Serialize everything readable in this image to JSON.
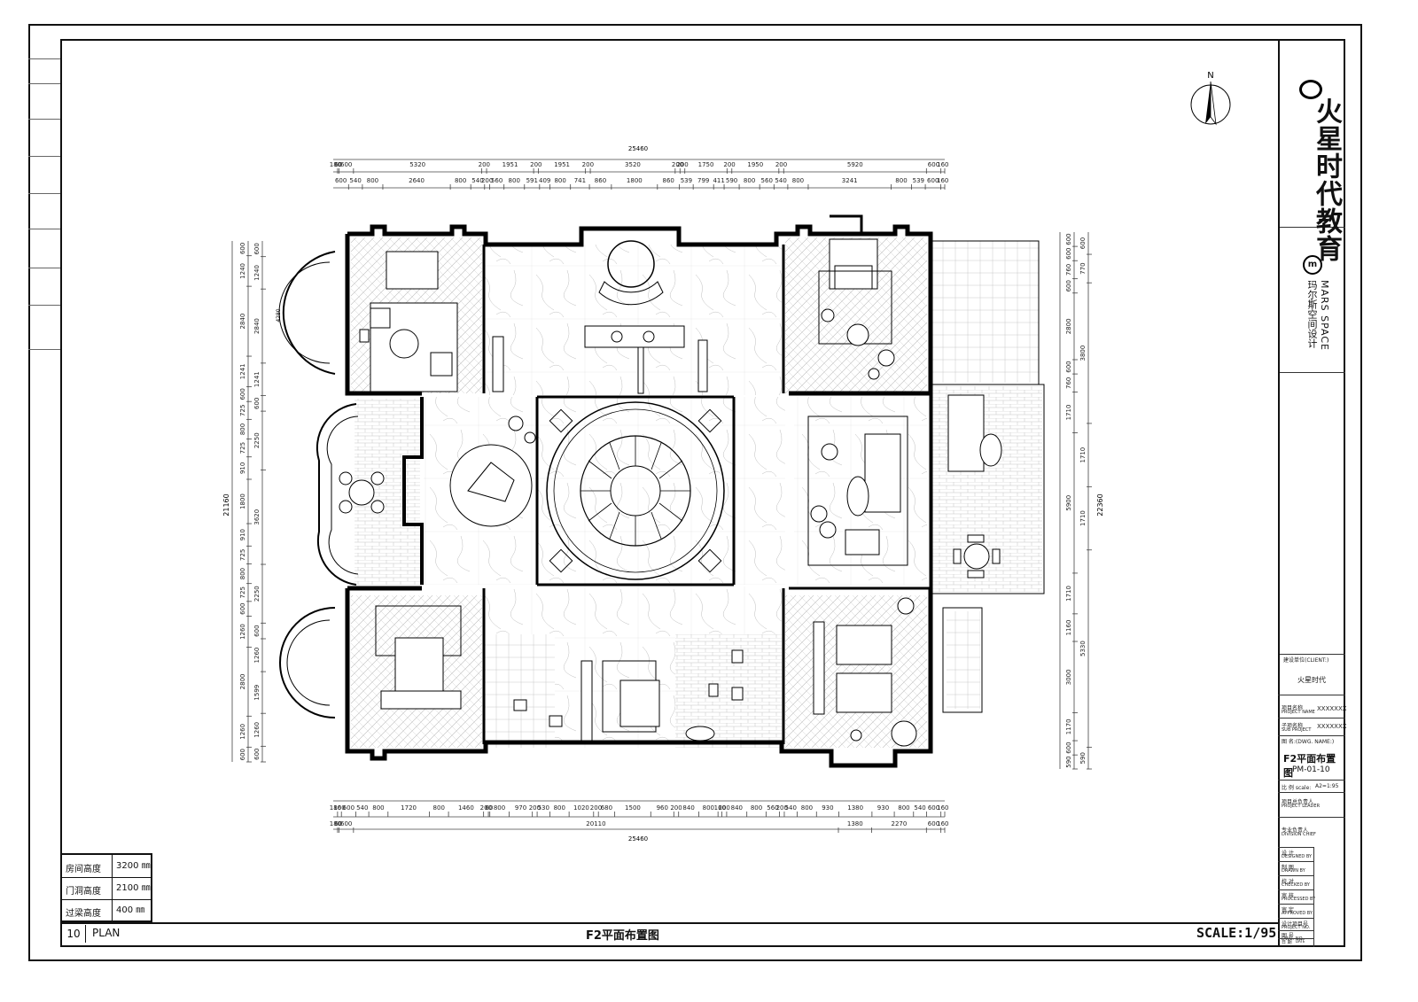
{
  "company": {
    "logo_text": "火星时代教育",
    "brand_en": "MARS SPACE",
    "brand_cn": "玛尔斯空间设计"
  },
  "title_block": {
    "client_label": "建设单位(CLIENT:)",
    "client_value": "火星时代",
    "project_name_label": "项目名称",
    "project_name_label_en": "PROJECT NAME",
    "project_name_value": "XXXXXXX",
    "sub_project_label": "子项名称",
    "sub_project_label_en": "SUB PROJECT",
    "sub_project_value": "XXXXXXX",
    "drawing_label": "图  名:(DWG. NAME:)",
    "drawing_name": "F2平面布置图",
    "drawing_no": "PM-01-10",
    "scale_label": "比 例 scale:",
    "scale_value": "A2=1:95",
    "leader_label": "项目总负责人",
    "leader_label_en": "PROJECT LEADER",
    "chief_label": "专业负责人",
    "chief_label_en": "DIVISION CHIEF",
    "designed_label": "设  计",
    "designed_label_en": "DESIGNED BY",
    "drawn_label": "制  图",
    "drawn_label_en": "DRAWN BY",
    "checked_label": "校  对",
    "checked_label_en": "CHECKED BY",
    "processed_label": "审  核",
    "processed_label_en": "PROCESSED BY",
    "approved_label": "审  定",
    "approved_label_en": "APPROVED BY",
    "project_no_label": "设计项目号",
    "project_no_label_en": "PROJECT NO.",
    "dwg_no_label": "图  号",
    "dwg_no_label_en": "DWG. NO.",
    "date_label": "日  期",
    "date_label_en": "DATE"
  },
  "legend": [
    {
      "label": "房间高度",
      "value": "3200 ㎜"
    },
    {
      "label": "门洞高度",
      "value": "2100 ㎜"
    },
    {
      "label": "过梁高度",
      "value": "400 ㎜"
    }
  ],
  "footer": {
    "plan_number": "10",
    "plan_word": "PLAN",
    "plan_title": "F2平面布置图",
    "scale": "SCALE:1/95"
  },
  "compass": {
    "label": "N"
  },
  "dimensions": {
    "top_total": "25460",
    "top_row1": [
      "180",
      "60",
      "600",
      "5320",
      "200",
      "1951",
      "200",
      "1951",
      "200",
      "3520",
      "200",
      "200",
      "1750",
      "200",
      "1950",
      "200",
      "5920",
      "600",
      "160"
    ],
    "top_row2": [
      "600",
      "540",
      "800",
      "2640",
      "800",
      "540",
      "200",
      "560",
      "800",
      "591",
      "409",
      "800",
      "741",
      "860",
      "1800",
      "860",
      "539",
      "799",
      "411",
      "590",
      "800",
      "560",
      "540",
      "800",
      "3241",
      "800",
      "539",
      "600",
      "160"
    ],
    "bottom_row1": [
      "180",
      "160",
      "600",
      "540",
      "800",
      "1720",
      "800",
      "1460",
      "200",
      "60",
      "800",
      "970",
      "200",
      "530",
      "800",
      "1020",
      "200",
      "680",
      "1500",
      "960",
      "200",
      "840",
      "800",
      "160",
      "200",
      "840",
      "800",
      "560",
      "200",
      "540",
      "800",
      "930",
      "1380",
      "930",
      "800",
      "540",
      "600",
      "160"
    ],
    "bottom_row2": [
      "180",
      "60",
      "600",
      "20110",
      "1380",
      "2270",
      "600",
      "160"
    ],
    "bottom_total": "25460",
    "left_total": "21160",
    "left_row1": [
      "600",
      "1240",
      "2840",
      "1241",
      "600",
      "725",
      "800",
      "725",
      "910",
      "1800",
      "910",
      "725",
      "800",
      "725",
      "600",
      "1260",
      "2800",
      "1260",
      "600"
    ],
    "left_row2": [
      "600",
      "1240",
      "2840",
      "1241",
      "600",
      "2250",
      "3620",
      "2250",
      "600",
      "1260",
      "1599",
      "1260",
      "600"
    ],
    "left_extra": [
      "4280"
    ],
    "right_total": "22360",
    "right_row1": [
      "600",
      "600",
      "760",
      "600",
      "2800",
      "600",
      "760",
      "1710",
      "5900",
      "1710",
      "1160",
      "3000",
      "1170",
      "600",
      "590"
    ],
    "right_row2": [
      "600",
      "770",
      "3800",
      "1710",
      "1710",
      "5330",
      "590"
    ]
  }
}
